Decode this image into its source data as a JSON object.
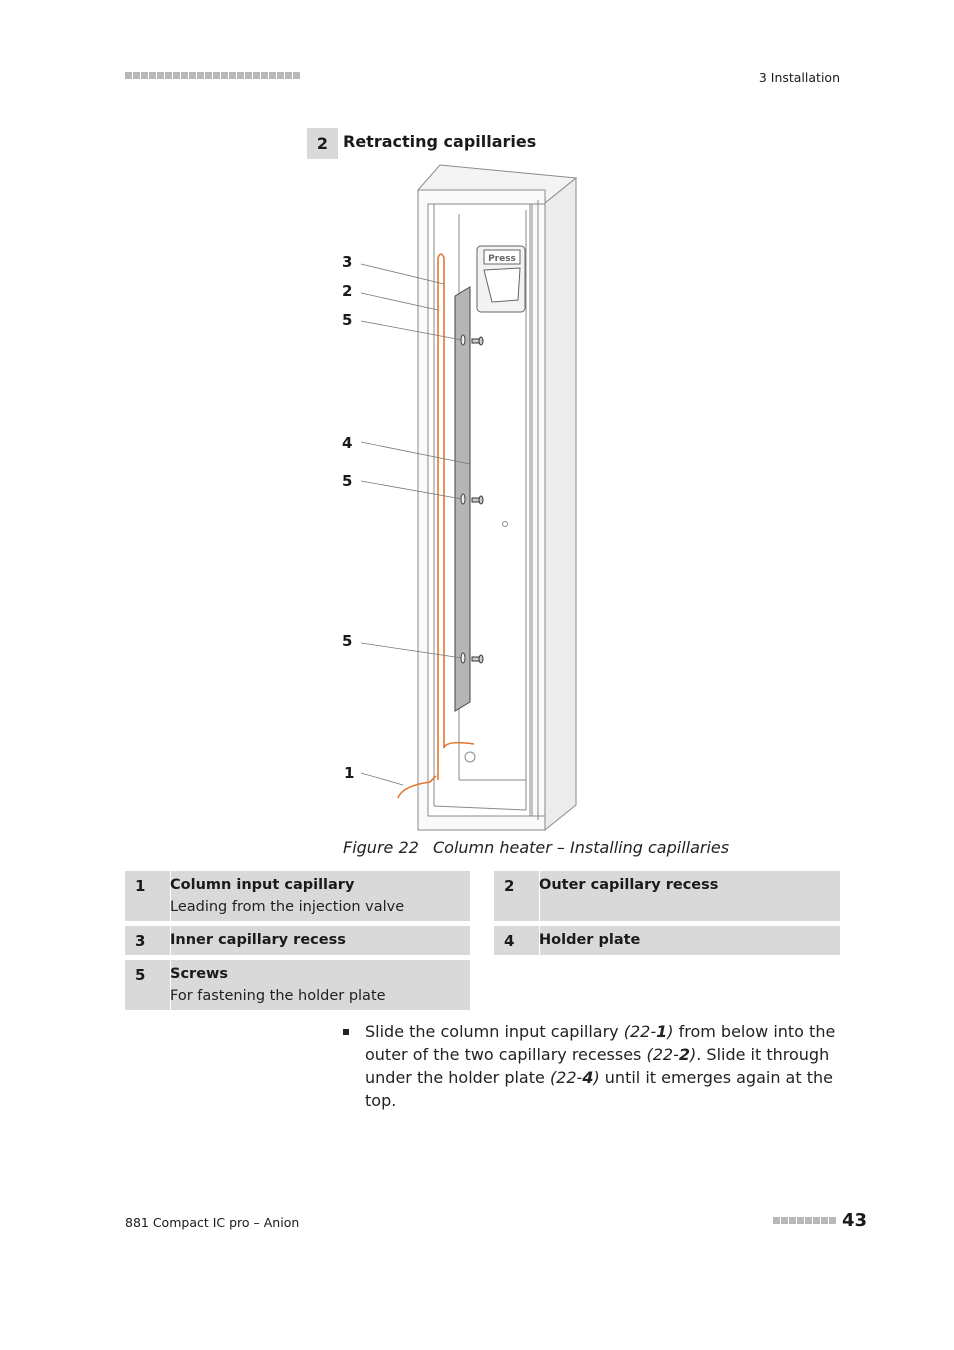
{
  "header": {
    "section": "3 Installation"
  },
  "step": {
    "number": "2",
    "title": "Retracting capillaries"
  },
  "figure": {
    "callouts": [
      "3",
      "2",
      "5",
      "4",
      "5",
      "5",
      "1"
    ],
    "device_label": "Press",
    "caption_number": "Figure 22",
    "caption_text": "Column heater – Installing capillaries"
  },
  "legend": [
    {
      "num": "1",
      "title": "Column input capillary",
      "desc": "Leading from the injection valve"
    },
    {
      "num": "2",
      "title": "Outer capillary recess",
      "desc": ""
    },
    {
      "num": "3",
      "title": "Inner capillary recess",
      "desc": ""
    },
    {
      "num": "4",
      "title": "Holder plate",
      "desc": ""
    },
    {
      "num": "5",
      "title": "Screws",
      "desc": "For fastening the holder plate"
    }
  ],
  "instruction": {
    "t1": "Slide the column input capillary ",
    "r1a": "(22-",
    "r1b": "1",
    "r1c": ")",
    "t2": " from below into the outer of the two capillary recesses ",
    "r2a": "(22-",
    "r2b": "2",
    "r2c": ")",
    "t3": ". Slide it through under the holder plate ",
    "r3a": "(22-",
    "r3b": "4",
    "r3c": ")",
    "t4": " until it emerges again at the top."
  },
  "footer": {
    "product": "881 Compact IC pro – Anion",
    "page": "43"
  },
  "colors": {
    "capillary": "#e07830",
    "legend_bg": "#d9d9d9",
    "header_dots": "#b9b9b9"
  }
}
